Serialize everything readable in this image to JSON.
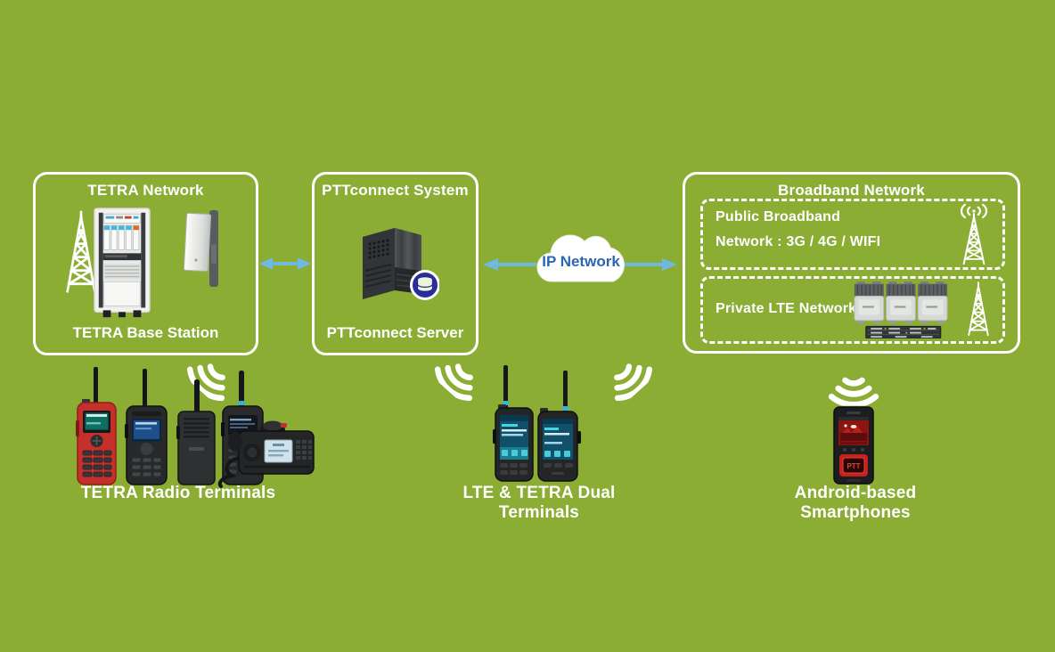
{
  "canvas": {
    "bg": "#8BAD34"
  },
  "colors": {
    "box_border": "#FFFFFF",
    "label_text": "#FFFFFF",
    "arrow": "#6FB8DE",
    "cloud_text": "#2A67B0",
    "ptt_red": "#C7211C"
  },
  "boxes": {
    "tetra": {
      "title": "TETRA Network",
      "caption": "TETRA Base Station"
    },
    "pttconnect": {
      "title": "PTTconnect System",
      "caption": "PTTconnect Server"
    },
    "broadband": {
      "title": "Broadband Network",
      "public_line1": "Public Broadband",
      "public_line2": "Network : 3G / 4G / WIFI",
      "private_label": "Private LTE Network"
    }
  },
  "cloud": {
    "label": "IP Network"
  },
  "device_groups": {
    "tetra_radios": {
      "label": "TETRA Radio Terminals"
    },
    "dual_terminals": {
      "label": "LTE & TETRA Dual Terminals"
    },
    "smartphones": {
      "label": "Android-based Smartphones"
    }
  },
  "phone": {
    "ptt_button": "PTT"
  }
}
